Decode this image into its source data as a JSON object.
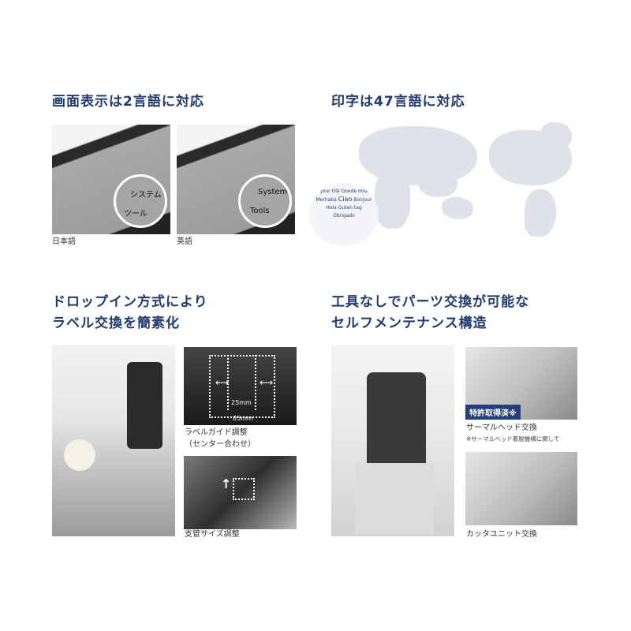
{
  "sections": [
    {
      "title": "画面表示は2言語に対応",
      "captions": [
        "日本語",
        "英語"
      ],
      "lens_ja": [
        "システム",
        "ツール"
      ],
      "lens_en": [
        "System",
        "Tools"
      ]
    },
    {
      "title": "印字は47言語に対応",
      "greetings": [
        "Merhaba",
        "Ciao",
        "Hola",
        "Guten tag",
        "Bonjour",
        "Obrigado"
      ]
    },
    {
      "title_lines": [
        "ドロップイン方式により",
        "ラベル交換を簡素化"
      ],
      "dim_inner": "25mm",
      "dim_outer": "85mm",
      "caption1_lines": [
        "ラベルガイド調整",
        "（センター合わせ）"
      ],
      "caption2": "支管サイズ調整"
    },
    {
      "title_lines": [
        "工具なしでパーツ交換が可能な",
        "セルフメンテナンス構造"
      ],
      "badge": "特許取得済※",
      "caption1": "サーマルヘッド交換",
      "note": "※サーマルヘッド着脱機構に関して",
      "caption2": "カッタユニット交換"
    }
  ],
  "colors": {
    "heading": "#1f3a70",
    "badge": "#233e7a"
  }
}
